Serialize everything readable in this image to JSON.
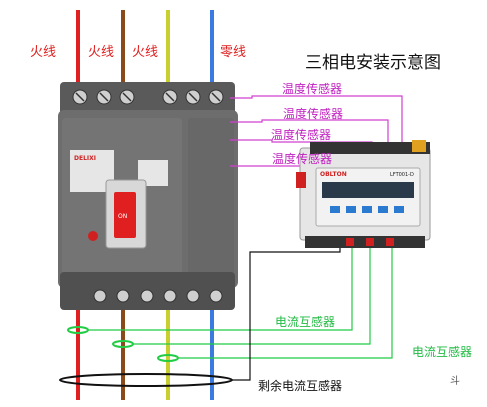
{
  "title": "三相电安装示意图",
  "labels": {
    "live1": "火线",
    "live2": "火线",
    "live3": "火线",
    "neutral": "零线"
  },
  "sensors": [
    "温度传感器",
    "温度传感器",
    "温度传感器",
    "温度传感器"
  ],
  "ct_labels": [
    "电流互感器",
    "电流互感器"
  ],
  "residual_ct_label": "剩余电流互感器",
  "breaker": {
    "brand": "DELIXI",
    "handle_label": "ON"
  },
  "device": {
    "brand": "OBLTON",
    "model": "LFT001-D"
  },
  "watermark": "斗",
  "colors": {
    "live_red": "#e02020",
    "live_brown": "#8b4a1a",
    "live_yellow": "#c8d030",
    "neutral_blue": "#3b7be0",
    "sensor_magenta": "#d040d0",
    "ct_green": "#22cc44"
  }
}
